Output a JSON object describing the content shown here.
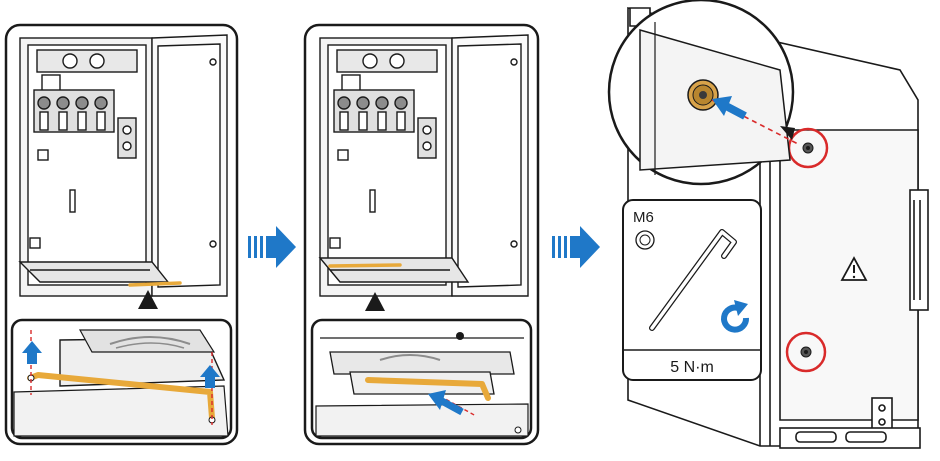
{
  "steps": [
    {
      "panel": "step-1",
      "callout": "step-1-zoom"
    },
    {
      "panel": "step-2",
      "callout": "step-2-zoom"
    },
    {
      "panel": "step-3",
      "callout": "step-3-tool-box"
    }
  ],
  "tool": {
    "screw_size": "M6",
    "torque": "5 N·m"
  },
  "colors": {
    "line": "#1a1a1a",
    "gray_fill": "#ececec",
    "dark_gray": "#8c8c8c",
    "bracket_orange": "#e8a93a",
    "arrow_blue": "#1f78c8",
    "highlight_red": "#d92a2a"
  }
}
